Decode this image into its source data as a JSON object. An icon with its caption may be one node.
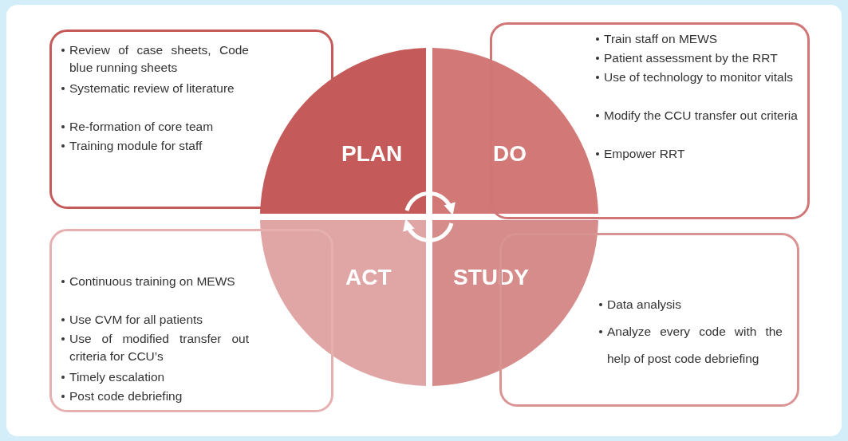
{
  "diagram": {
    "nodes": [
      {
        "text": [
          "Review of case sheets, Code blue running sheets",
          "Systematic review of literature",
          "Re-formation of core team",
          "Training module for staff"
        ]
      },
      {
        "text": [
          "PLAN"
        ]
      },
      {
        "text": [
          "DO"
        ]
      },
      {
        "text": [
          "Train staff on MEWS",
          "Patient assessment by the RRT",
          "Use of technology to monitor vitals",
          "Modify the CCU transfer out criteria",
          "Empower RRT"
        ]
      },
      {
        "text": [
          "Continuous training on MEWS",
          "Use CVM for all patients",
          "Use of modified transfer out criteria for CCU’s",
          "Timely escalation",
          "Post code debriefing"
        ]
      },
      {
        "text": [
          "ACT"
        ]
      },
      {
        "text": [
          "STUDY"
        ]
      },
      {
        "text": [
          "Data analysis",
          "Analyze every code with the help of post code debriefing"
        ]
      }
    ],
    "edges": [
      {
        "from": 1,
        "to": 2,
        "arrow": "to"
      },
      {
        "from": 6,
        "to": 5,
        "arrow": "to"
      }
    ]
  }
}
